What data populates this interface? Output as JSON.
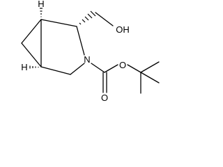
{
  "molecule": {
    "atoms": {
      "hydroxyl": "OH",
      "ring_nitrogen": "N",
      "ester_oxygen": "O",
      "carbonyl_oxygen": "O"
    },
    "stereo_labels": {
      "h_top": "H",
      "h_left": "H"
    }
  }
}
